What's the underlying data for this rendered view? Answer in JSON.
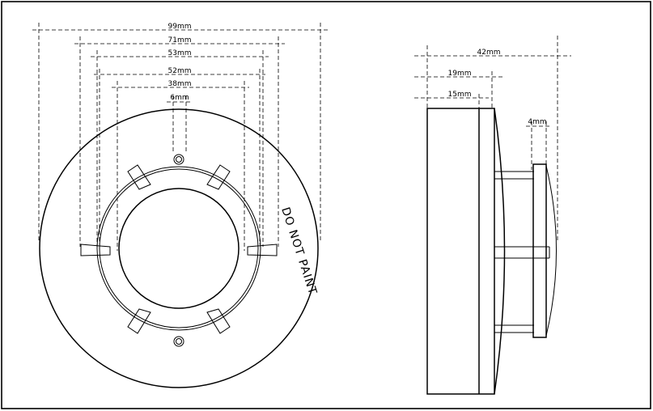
{
  "front_view": {
    "dimensions": [
      "99mm",
      "71mm",
      "53mm",
      "52mm",
      "38mm",
      "6mm"
    ],
    "label": "DO NOT PAINT"
  },
  "side_view": {
    "dimensions": [
      "42mm",
      "19mm",
      "15mm",
      "4mm"
    ]
  },
  "colors": {
    "line": "#000000",
    "background": "#ffffff"
  }
}
